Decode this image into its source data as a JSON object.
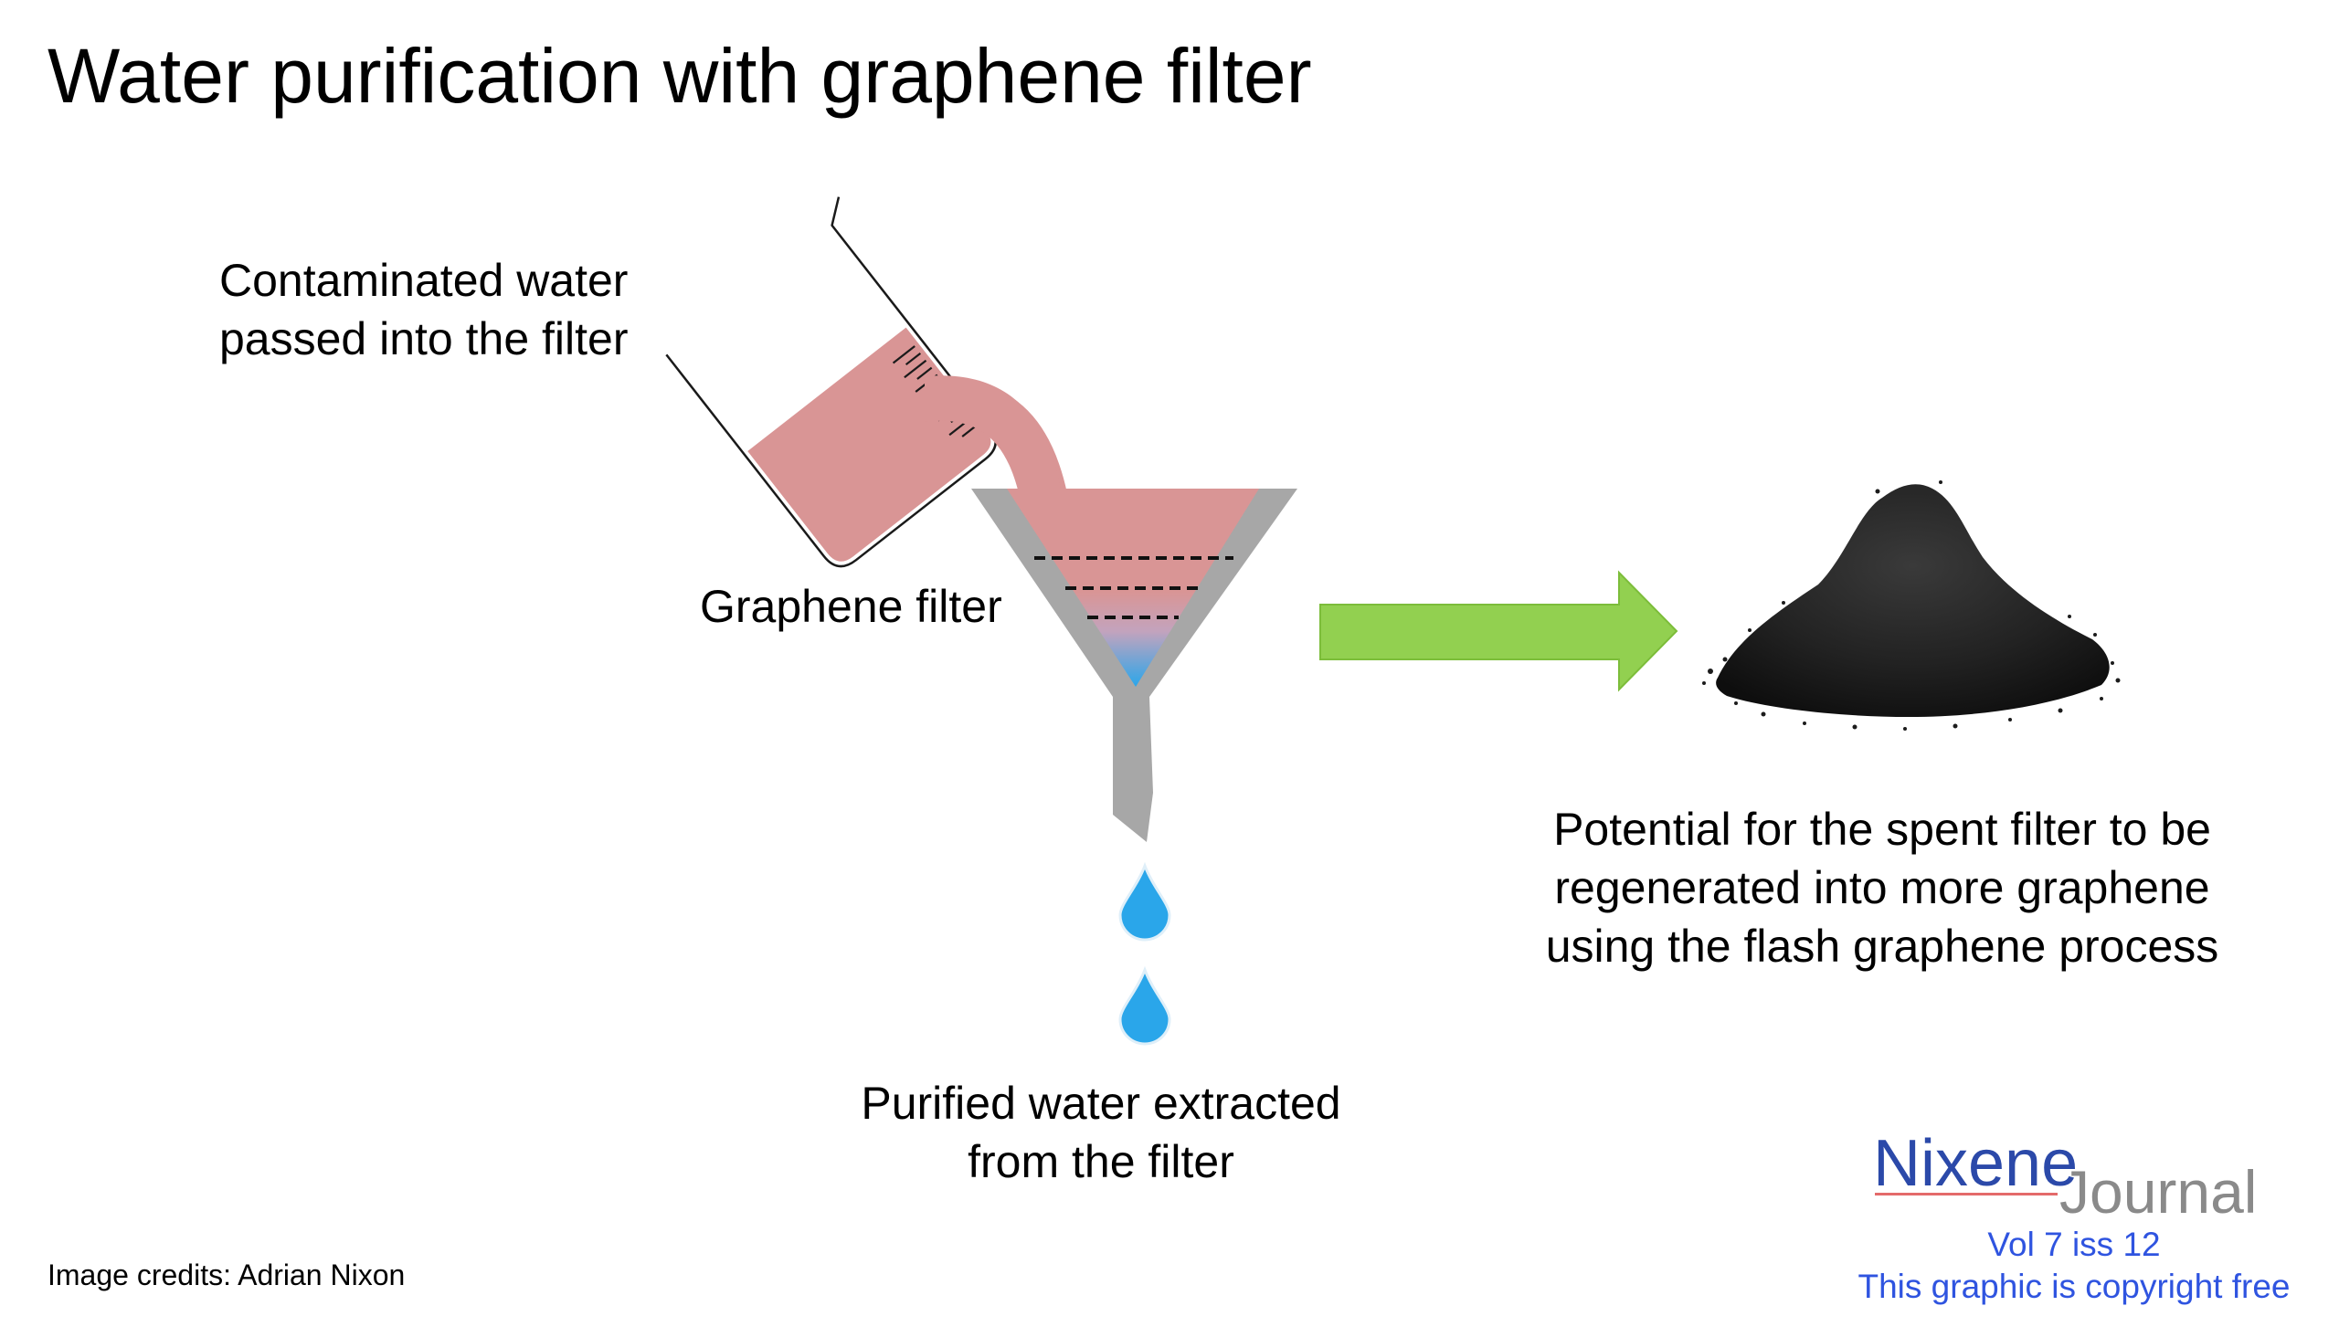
{
  "title": "Water purification with graphene filter",
  "labels": {
    "contaminated_line1": "Contaminated water",
    "contaminated_line2": "passed into the filter",
    "graphene_filter": "Graphene filter",
    "purified_line1": "Purified water extracted",
    "purified_line2": "from the filter",
    "potential_line1": "Potential for the spent filter to be",
    "potential_line2": "regenerated into more graphene",
    "potential_line3": "using the flash graphene process"
  },
  "credits": "Image credits: Adrian Nixon",
  "logo": {
    "nixene": "Nixene",
    "journal": "Journal",
    "volume": "Vol 7 iss 12",
    "copyright": "This graphic is copyright free"
  },
  "icons": [
    "beaker-icon",
    "funnel-icon",
    "water-drop-icon",
    "arrow-right-icon",
    "graphene-powder-pile-icon"
  ],
  "colors": {
    "contaminated_water": "#d99595",
    "purified_water": "#2aa6ea",
    "funnel": "#a7a7a7",
    "arrow": "#92d050",
    "powder": "#1c1c1c",
    "logo_blue": "#2b49a9",
    "logo_grey": "#8a8a8a",
    "info_blue": "#2f54e0"
  }
}
